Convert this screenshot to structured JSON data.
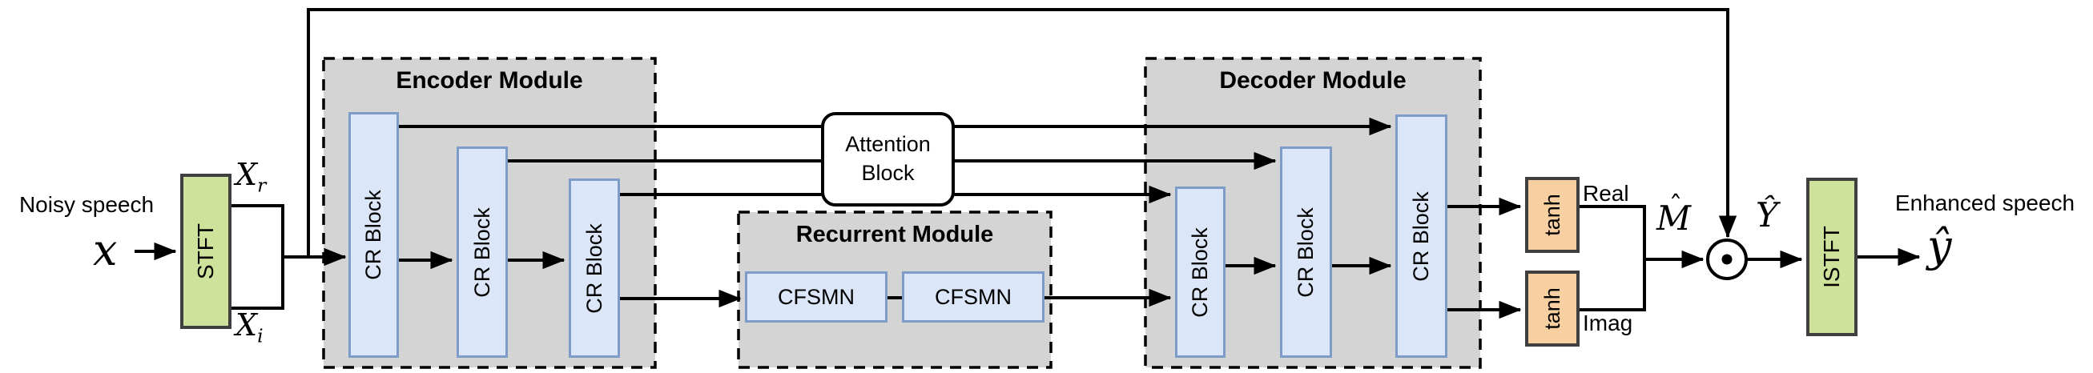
{
  "colors": {
    "green_fill": "#cfe29b",
    "blue_fill": "#dbe6f8",
    "blue_border": "#7d9cc8",
    "gray_fill": "#d4d4d4",
    "orange_fill": "#f8cfa0",
    "dark_border": "#3f3f3f",
    "line": "#000000"
  },
  "input": {
    "label": "Noisy speech",
    "symbol": "x"
  },
  "stft": {
    "label": "STFT",
    "real_base": "X",
    "real_sub": "r",
    "imag_base": "X",
    "imag_sub": "i"
  },
  "encoder": {
    "title": "Encoder Module",
    "blocks": [
      "CR Block",
      "CR Block",
      "CR Block"
    ]
  },
  "attention": {
    "line1": "Attention",
    "line2": "Block"
  },
  "recurrent": {
    "title": "Recurrent Module",
    "blocks": [
      "CFSMN",
      "CFSMN"
    ]
  },
  "decoder": {
    "title": "Decoder Module",
    "blocks": [
      "CR Block",
      "CR Block",
      "CR Block"
    ]
  },
  "mask": {
    "tanh_real": "tanh",
    "tanh_imag": "tanh",
    "real_label": "Real",
    "imag_label": "Imag",
    "symbol_base": "M",
    "hat": "ˆ"
  },
  "output": {
    "product_symbol": "Ŷ",
    "istft_label": "ISTFT",
    "label": "Enhanced speech",
    "symbol": "ŷ"
  }
}
